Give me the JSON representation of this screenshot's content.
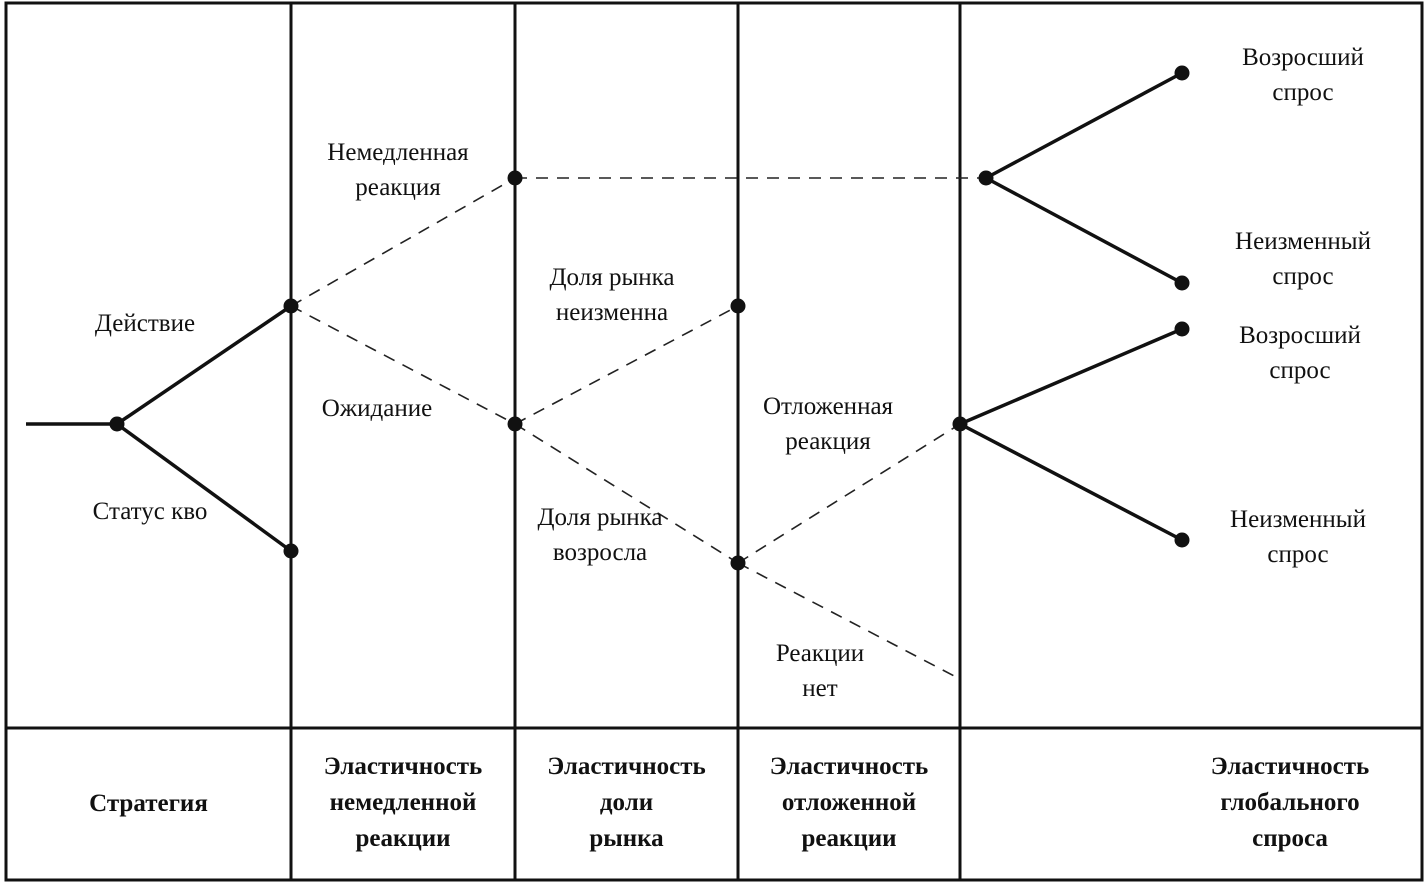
{
  "nodes": {
    "action": "Действие",
    "status_quo": "Статус кво",
    "immediate": [
      "Немедленная",
      "реакция"
    ],
    "waiting": "Ожидание",
    "share_unchanged": [
      "Доля рынка",
      "неизменна"
    ],
    "share_grew": [
      "Доля рынка",
      "возросла"
    ],
    "delayed": [
      "Отложенная",
      "реакция"
    ],
    "no_reaction": [
      "Реакции",
      "нет"
    ],
    "increased_1": [
      "Возросший",
      "спрос"
    ],
    "unchanged_1": [
      "Неизменный",
      "спрос"
    ],
    "increased_2": [
      "Возросший",
      "спрос"
    ],
    "unchanged_2": [
      "Неизменный",
      "спрос"
    ]
  },
  "headers": {
    "strategy": [
      "Стратегия"
    ],
    "immediate_elasticity": [
      "Эластичность",
      "немедленной",
      "реакции"
    ],
    "share_elasticity": [
      "Эластичность",
      "доли",
      "рынка"
    ],
    "delayed_elasticity": [
      "Эластичность",
      "отложенной",
      "реакции"
    ],
    "global_elasticity": [
      "Эластичность",
      "глобального",
      "спроса"
    ]
  }
}
